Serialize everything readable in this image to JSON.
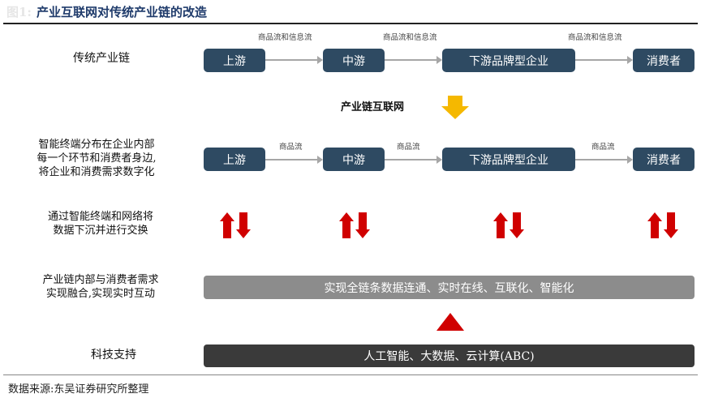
{
  "title": {
    "prefix": "图1:",
    "text": "产业互联网对传统产业链的改造"
  },
  "rows": {
    "traditional": {
      "label": "传统产业链",
      "nodes": [
        "上游",
        "中游",
        "下游品牌型企业",
        "消费者"
      ],
      "flows": [
        "商品流和信息流",
        "商品流和信息流",
        "商品流和信息流"
      ]
    },
    "transform_label": "产业链互联网",
    "smart": {
      "label_lines": [
        "智能终端分布在企业内部",
        "每一个环节和消费者身边,",
        "将企业和消费需求数字化"
      ],
      "nodes": [
        "上游",
        "中游",
        "下游品牌型企业",
        "消费者"
      ],
      "flows": [
        "商品流",
        "商品流",
        "商品流"
      ]
    },
    "exchange": {
      "label_lines": [
        "通过智能终端和网络将",
        "数据下沉并进行交换"
      ]
    },
    "fusion": {
      "label_lines": [
        "产业链内部与消费者需求",
        "实现融合,实现实时互动"
      ],
      "bar": "实现全链条数据连通、实时在线、互联化、智能化"
    },
    "tech": {
      "label": "科技支持",
      "bar": "人工智能、大数据、云计算(ABC)"
    }
  },
  "source": "数据来源:东吴证券研究所整理",
  "colors": {
    "node": "#2e4a62",
    "arrow_red": "#c00000",
    "arrow_yellow": "#f5b800",
    "bar_gray": "#8c8c8c",
    "bar_dark": "#3a3a3a"
  }
}
